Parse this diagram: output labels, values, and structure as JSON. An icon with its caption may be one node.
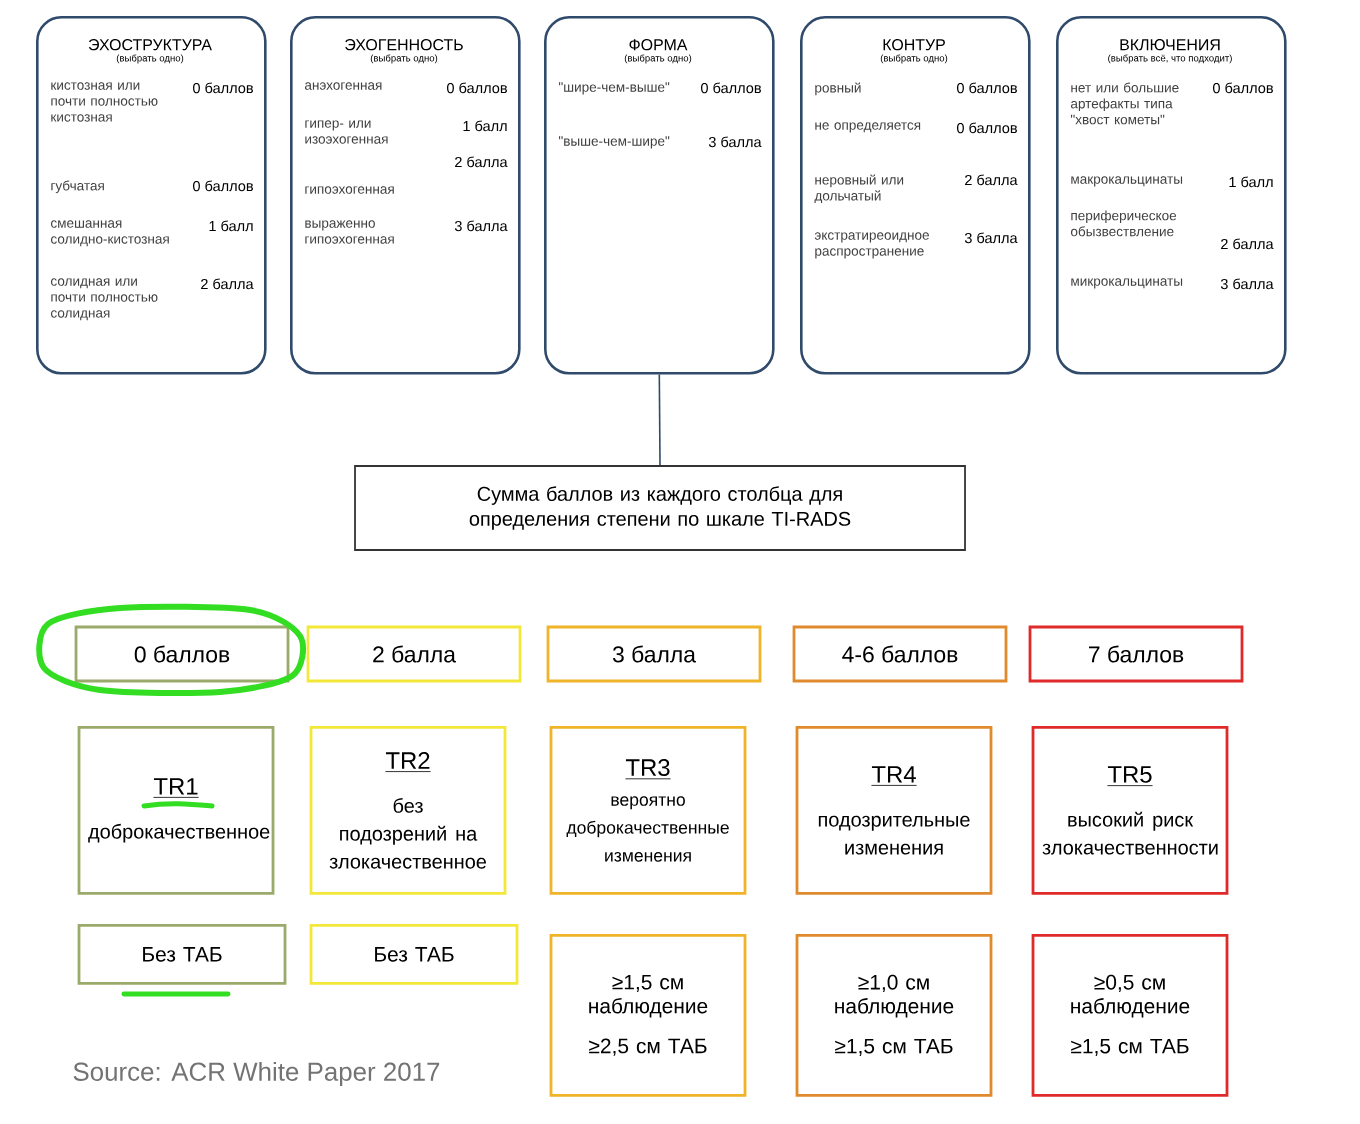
{
  "diagram": {
    "nodes": [
      {
        "text": [
          "ЭХОСТРУКТУРА",
          "(выбрать одно)",
          "кистозная или почти полностью кистозная",
          "0 баллов",
          "губчатая",
          "0 баллов",
          "смешанная солидно-кистозная",
          "1 балл",
          "солидная или почти полностью солидная",
          "2 балла"
        ]
      },
      {
        "text": [
          "ЭХОГЕННОСТЬ",
          "(выбрать одно)",
          "анэхогенная",
          "0 баллов",
          "гипер- или изоэхогенная",
          "1 балл",
          "гипоэхогенная",
          "2 балла",
          "выраженно гипоэхогенная",
          "3 балла"
        ]
      },
      {
        "text": [
          "ФОРМА",
          "(выбрать одно)",
          "\"шире-чем-выше\"",
          "0 баллов",
          "\"выше-чем-шире\"",
          "3 балла"
        ]
      },
      {
        "text": [
          "КОНТУР",
          "(выбрать одно)",
          "ровный",
          "0 баллов",
          "не определяется",
          "0 баллов",
          "неровный или дольчатый",
          "2 балла",
          "экстратиреоидное распространение",
          "3 балла"
        ]
      },
      {
        "text": [
          "ВКЛЮЧЕНИЯ",
          "(выбрать всё, что подходит)",
          "нет или большие артефакты типа \"хвост кометы\"",
          "0 баллов",
          "макрокальцинаты",
          "1 балл",
          "периферическое обызвествление",
          "2 балла",
          "микрокальцинаты",
          "3 балла"
        ]
      },
      {
        "text": [
          "Сумма баллов из каждого столбца для определения степени по шкале TI-RADS"
        ]
      },
      {
        "text": [
          "0 баллов"
        ]
      },
      {
        "text": [
          "2 балла"
        ]
      },
      {
        "text": [
          "3 балла"
        ]
      },
      {
        "text": [
          "4-6 баллов"
        ]
      },
      {
        "text": [
          "7 баллов"
        ]
      },
      {
        "text": [
          "TR1",
          "доброкачественное"
        ]
      },
      {
        "text": [
          "TR2",
          "без подозрений на злокачественное"
        ]
      },
      {
        "text": [
          "TR3",
          "вероятно доброкачественные изменения"
        ]
      },
      {
        "text": [
          "TR4",
          "подозрительные изменения"
        ]
      },
      {
        "text": [
          "TR5",
          "высокий риск злокачественности"
        ]
      },
      {
        "text": [
          "Без ТАБ"
        ]
      },
      {
        "text": [
          "Без ТАБ"
        ]
      },
      {
        "text": [
          "≥1,5 см наблюдение",
          "≥2,5 см ТАБ"
        ]
      },
      {
        "text": [
          "≥1,0 см наблюдение",
          "≥1,5 см ТАБ"
        ]
      },
      {
        "text": [
          "≥0,5 см наблюдение",
          "≥1,5 см ТАБ"
        ]
      }
    ],
    "edges": [
      {
        "from": 2,
        "to": 5,
        "arrow": "none"
      }
    ],
    "labels": [
      "Source: ACR White Paper 2017"
    ]
  }
}
